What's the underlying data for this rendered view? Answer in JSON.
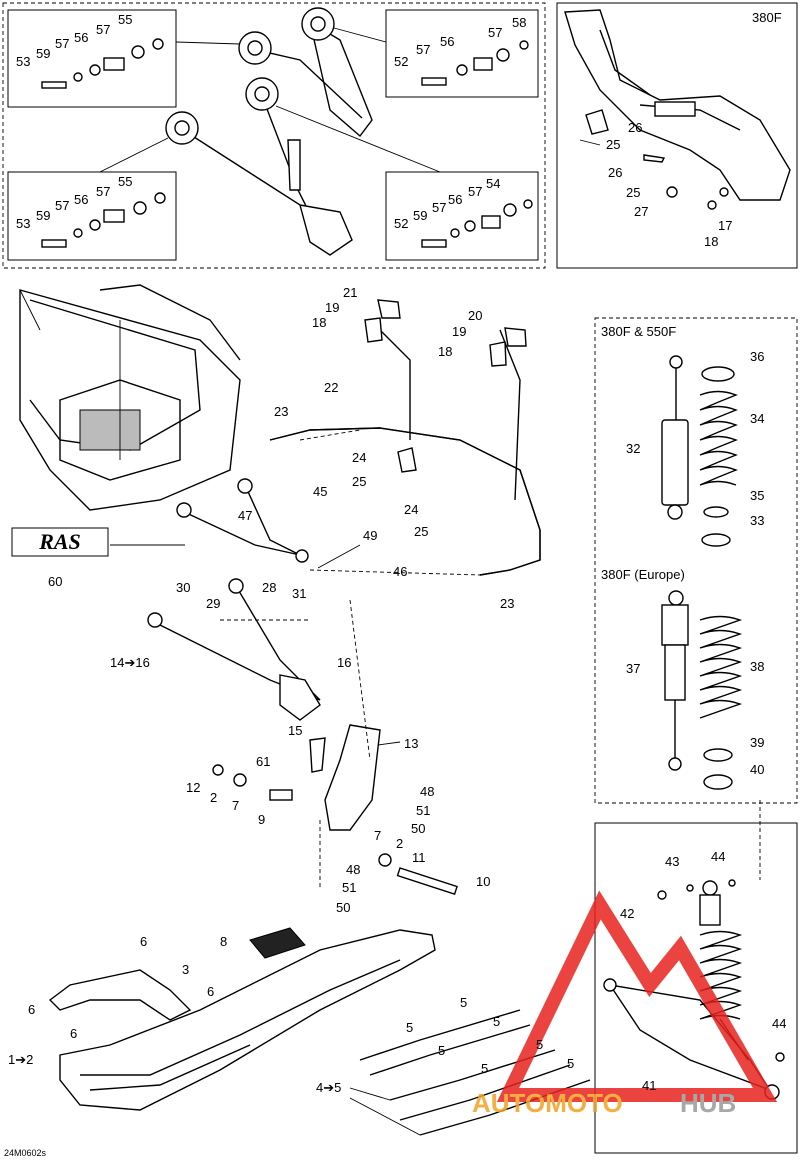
{
  "sections": {
    "s380f_top": "380F",
    "s380f_550f": "380F & 550F",
    "s380f_europe": "380F (Europe)"
  },
  "ref_code": "24M0602s",
  "logo_text": "RAS",
  "watermark": {
    "part1": "AUTOMOTO",
    "part2": "HUB"
  },
  "colors": {
    "watermark_red": "#e8231e",
    "watermark_orange": "#f3a021",
    "watermark_gray": "#9a9a9a"
  },
  "callouts": {
    "c55a": "55",
    "c57a": "57",
    "c56a": "56",
    "c57b": "57",
    "c59a": "59",
    "c53a": "53",
    "c58": "58",
    "c57c": "57",
    "c56b": "56",
    "c57d": "57",
    "c52a": "52",
    "c55b": "55",
    "c57e": "57",
    "c56c": "56",
    "c57f": "57",
    "c59b": "59",
    "c53b": "53",
    "c54": "54",
    "c57g": "57",
    "c56d": "56",
    "c57h": "57",
    "c59c": "59",
    "c52b": "52",
    "c26a": "26",
    "c25a": "25",
    "c26b": "26",
    "c25b": "25",
    "c27": "27",
    "c17": "17",
    "c18a": "18",
    "c21": "21",
    "c19a": "19",
    "c18b": "18",
    "c20": "20",
    "c19b": "19",
    "c18c": "18",
    "c22": "22",
    "c23a": "23",
    "c24a": "24",
    "c25c": "25",
    "c24b": "24",
    "c25d": "25",
    "c23b": "23",
    "c45": "45",
    "c47": "47",
    "c49": "49",
    "c46": "46",
    "c60": "60",
    "c30": "30",
    "c29": "29",
    "c28": "28",
    "c31": "31",
    "c14_16": "14➔16",
    "c16": "16",
    "c15": "15",
    "c13": "13",
    "c61": "61",
    "c12": "12",
    "c2a": "2",
    "c7a": "7",
    "c9": "9",
    "c48a": "48",
    "c51a": "51",
    "c50a": "50",
    "c7b": "7",
    "c2b": "2",
    "c11": "11",
    "c48b": "48",
    "c51b": "51",
    "c50b": "50",
    "c10": "10",
    "c8": "8",
    "c6a": "6",
    "c3": "3",
    "c6b": "6",
    "c6c": "6",
    "c6d": "6",
    "c1_2": "1➔2",
    "c5a": "5",
    "c5b": "5",
    "c5c": "5",
    "c5d": "5",
    "c5e": "5",
    "c5f": "5",
    "c5g": "5",
    "c4_5": "4➔5",
    "c32": "32",
    "c36": "36",
    "c34": "34",
    "c35": "35",
    "c33": "33",
    "c37": "37",
    "c38": "38",
    "c39": "39",
    "c40": "40",
    "c43": "43",
    "c44a": "44",
    "c42": "42",
    "c44b": "44",
    "c41": "41"
  }
}
